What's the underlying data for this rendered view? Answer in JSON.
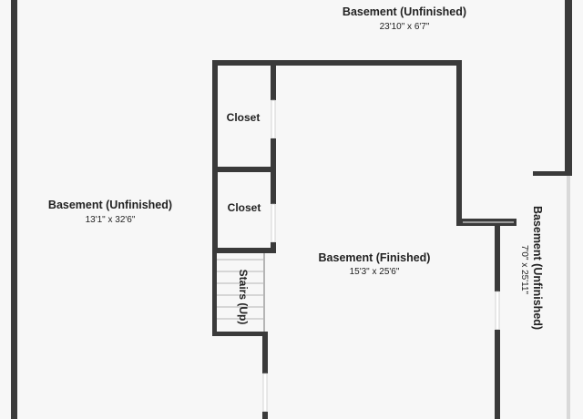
{
  "rooms": {
    "basement_unfinished_top": {
      "name": "Basement (Unfinished)",
      "dimensions": "23'10\" x 6'7\""
    },
    "basement_unfinished_left": {
      "name": "Basement (Unfinished)",
      "dimensions": "13'1\" x 32'6\""
    },
    "basement_finished": {
      "name": "Basement (Finished)",
      "dimensions": "15'3\" x 25'6\""
    },
    "basement_unfinished_right": {
      "name": "Basement (Unfinished)",
      "dimensions": "7'0\" x 25'11\""
    },
    "closet_upper": {
      "name": "Closet"
    },
    "closet_lower": {
      "name": "Closet"
    },
    "stairs": {
      "name": "Stairs (Up)"
    }
  },
  "colors": {
    "background": "#f7f7f7",
    "wall": "#3a3a3a",
    "text": "#222222"
  }
}
